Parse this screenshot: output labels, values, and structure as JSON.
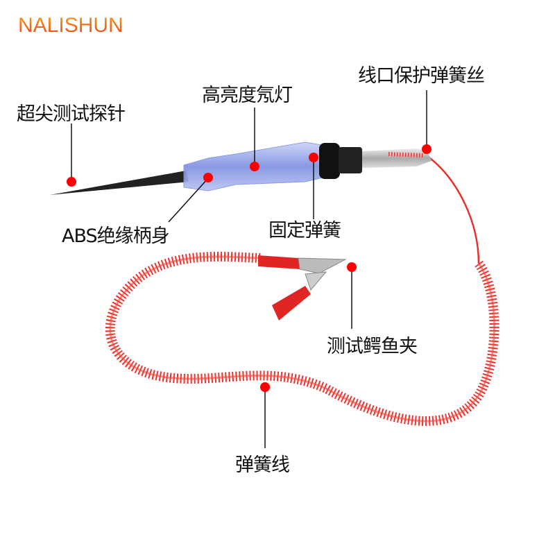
{
  "brand": {
    "logo_text": "NALISHUN",
    "gradient": [
      "#f7a21b",
      "#ef3b1a"
    ]
  },
  "callouts": [
    {
      "id": "probe-tip",
      "text": "超尖测试探针"
    },
    {
      "id": "neon-lamp",
      "text": "高亮度氖灯"
    },
    {
      "id": "cable-spring",
      "text": "线口保护弹簧丝"
    },
    {
      "id": "abs-handle",
      "text": "ABS绝缘柄身"
    },
    {
      "id": "fixed-spring",
      "text": "固定弹簧"
    },
    {
      "id": "alligator-clip",
      "text": "测试鳄鱼夹"
    },
    {
      "id": "coil-wire",
      "text": "弹簧线"
    }
  ],
  "colors": {
    "marker": "#ff0000",
    "wire": "#f0302a",
    "handle": "#8f9fe6"
  }
}
